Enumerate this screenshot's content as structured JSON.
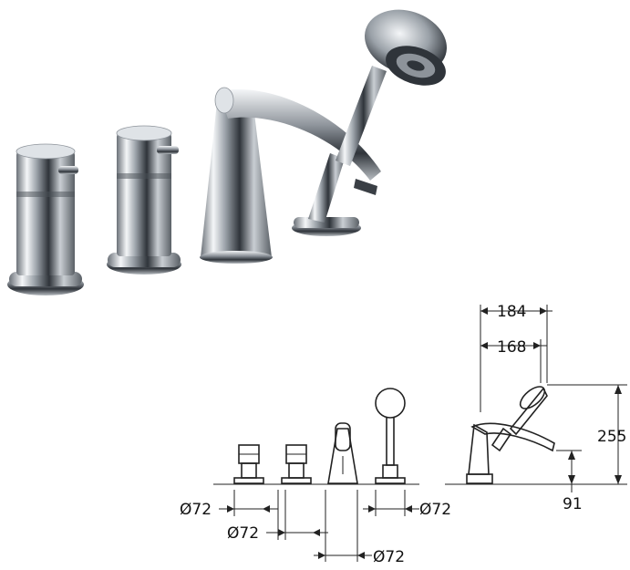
{
  "product": {
    "components": [
      "mixer-valve-left",
      "mixer-valve-right",
      "bath-spout",
      "hand-shower"
    ]
  },
  "front_view": {
    "dimensions": {
      "d1": "Ø72",
      "d2": "Ø72",
      "d3": "Ø72",
      "d4": "Ø72"
    }
  },
  "side_view": {
    "dimensions": {
      "reach_outer": "184",
      "reach_inner": "168",
      "height_total": "255",
      "spout_height": "91"
    }
  },
  "colors": {
    "line": "#222222",
    "chrome_dark": "#3a3f45",
    "chrome_light": "#f4f6f8"
  }
}
